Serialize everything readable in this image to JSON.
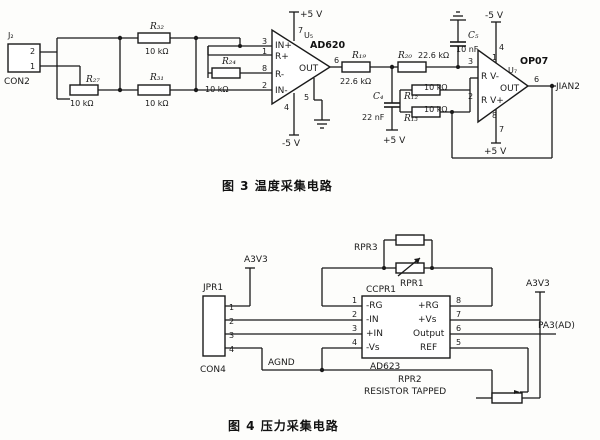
{
  "fig3": {
    "caption": "图 3    温度采集电路",
    "connector": {
      "ref": "J₂",
      "name": "CON2",
      "pin2": "2",
      "pin1": "1"
    },
    "r32": {
      "ref": "R₃₂",
      "value": "10 kΩ"
    },
    "r27": {
      "ref": "R₂₇",
      "value": "10 kΩ"
    },
    "r31": {
      "ref": "R₃₁",
      "value": "10 kΩ"
    },
    "r24": {
      "ref": "R₂₄",
      "value": "10 kΩ"
    },
    "u5": {
      "ref": "U₅",
      "part": "AD620",
      "in_plus": "IN+",
      "r_plus": "R+",
      "r_minus": "R-",
      "in_minus": "IN-",
      "out": "OUT",
      "pin3": "3",
      "pin1": "1",
      "pin8": "8",
      "pin2": "2",
      "pin7": "7",
      "pin6": "6",
      "pin5": "5",
      "pin4": "4",
      "vpos": "+5 V",
      "vneg": "-5 V"
    },
    "r19": {
      "ref": "R₁₉",
      "value": "22.6 kΩ"
    },
    "c4": {
      "ref": "C₄",
      "value": "22 nF"
    },
    "r20": {
      "ref": "R₂₀",
      "value": "22.6 kΩ"
    },
    "r12": {
      "ref": "R₁₂",
      "value": "10 kΩ"
    },
    "r13": {
      "ref": "R₁₃",
      "value": "10 kΩ"
    },
    "c5": {
      "ref": "C₅",
      "value": "10 nF"
    },
    "u7": {
      "ref": "U₇",
      "part": "OP07",
      "in_minus": "R V-",
      "in_plus": "R V+",
      "out": "OUT",
      "pin3": "3",
      "pin2": "2",
      "pin6": "6",
      "pin7": "7",
      "pin4": "4",
      "pin8": "8",
      "pin1": "1",
      "vpos": "+5 V",
      "vneg": "-5 V",
      "vpos_bottom": "+5 V",
      "vpos_mid": "+5 V"
    },
    "out_label": "JIAN2"
  },
  "fig4": {
    "caption": "图 4    压力采集电路",
    "connector": {
      "ref": "JPR1",
      "name": "CON4",
      "pins": [
        "1",
        "2",
        "3",
        "4"
      ]
    },
    "supply_left": "A3V3",
    "supply_right": "A3V3",
    "rpr3": "RPR3",
    "rpr1": "RPR1",
    "ic": {
      "name": "CCPR1",
      "part": "AD623",
      "left_pins": [
        {
          "num": "1",
          "label": "-RG"
        },
        {
          "num": "2",
          "label": "-IN"
        },
        {
          "num": "3",
          "label": "+IN"
        },
        {
          "num": "4",
          "label": "-Vs"
        }
      ],
      "right_pins": [
        {
          "num": "8",
          "label": "+RG"
        },
        {
          "num": "7",
          "label": "+Vs"
        },
        {
          "num": "6",
          "label": "Output"
        },
        {
          "num": "5",
          "label": "REF"
        }
      ]
    },
    "agnd": "AGND",
    "output_net": "PA3(AD)",
    "rpr2": "RPR2",
    "rpr2_desc": "RESISTOR TAPPED"
  }
}
